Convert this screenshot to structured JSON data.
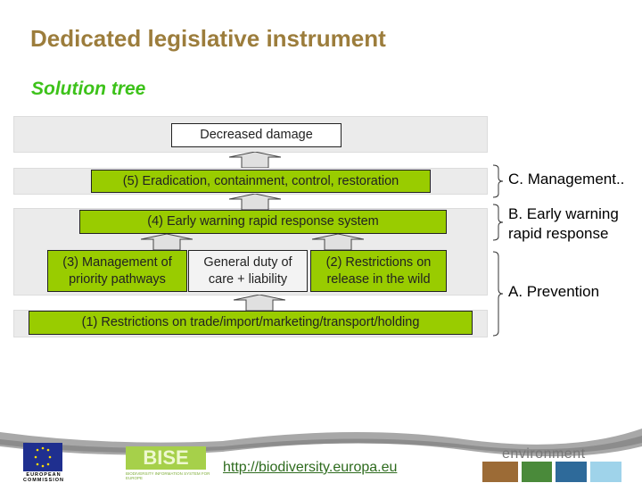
{
  "title": "Dedicated legislative instrument",
  "subtitle": "Solution tree",
  "diagram": {
    "top": "Decreased damage",
    "step5": "(5) Eradication, containment, control, restoration",
    "step4": "(4) Early warning rapid response system",
    "step3": "(3) Management of priority pathways",
    "general": "General duty of care + liability",
    "step2": "(2) Restrictions on release in the wild",
    "step1": "(1) Restrictions on trade/import/marketing/transport/holding",
    "labels": {
      "c": "C. Management..",
      "b": "B. Early warning rapid response",
      "a": "A. Prevention"
    }
  },
  "footer": {
    "url": "http://biodiversity.europa.eu",
    "ec": "EUROPEAN COMMISSION",
    "bise": "BISE",
    "bise_sub": "BIODIVERSITY INFORMATION SYSTEM FOR EUROPE",
    "env": "environment"
  },
  "colors": {
    "green": "#99cc00",
    "title": "#9c7d3c",
    "subtitle": "#3dc21a"
  }
}
